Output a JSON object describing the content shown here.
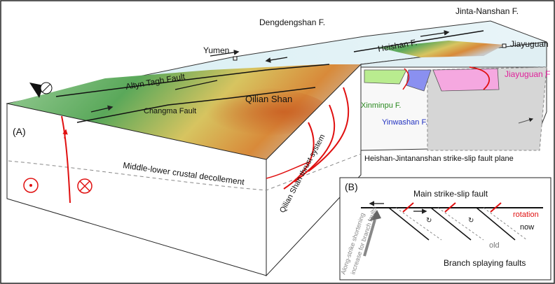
{
  "labels": {
    "dengdengshan": "Dengdengshan F.",
    "jinta": "Jinta-Nanshan F.",
    "yumen": "Yumen",
    "heishan": "Heishan F.",
    "jiayuguan_city": "Jiayuguan",
    "jiayuguan_fault": "Jiayuguan F",
    "altyn": "Altyn Tagh Fault",
    "qilian": "Qilian Shan",
    "changma": "Changma Fault",
    "panel_a": "(A)",
    "panel_b": "(B)",
    "xinminpu": "Xinminpu F.",
    "yinwashan": "Yinwashan F.",
    "decollement": "Middle-lower crustal decollement",
    "thrust_system": "Qilian Shan thrust system",
    "strike_slip_plane": "Heishan-Jintananshan strike-slip fault plane",
    "main_fault": "Main strike-slip fault",
    "rotation": "rotation",
    "now": "now",
    "old": "old",
    "branch_faults": "Branch splaying faults",
    "along_strike_line1": "Along-strike shortening",
    "along_strike_line2": "increase for branch faults"
  },
  "colors": {
    "fault_red": "#e01010",
    "jiayuguan_magenta": "#e0209a",
    "yinwashan_blue": "#2030c0",
    "xinminpu_green": "#2a8a20",
    "plane_gray": "#d6d6d6",
    "block_blue": "#c8e8f0"
  },
  "icons": [
    "north-arrow-icon",
    "out-of-page-symbol-icon",
    "into-page-symbol-icon",
    "rotation-icon"
  ]
}
